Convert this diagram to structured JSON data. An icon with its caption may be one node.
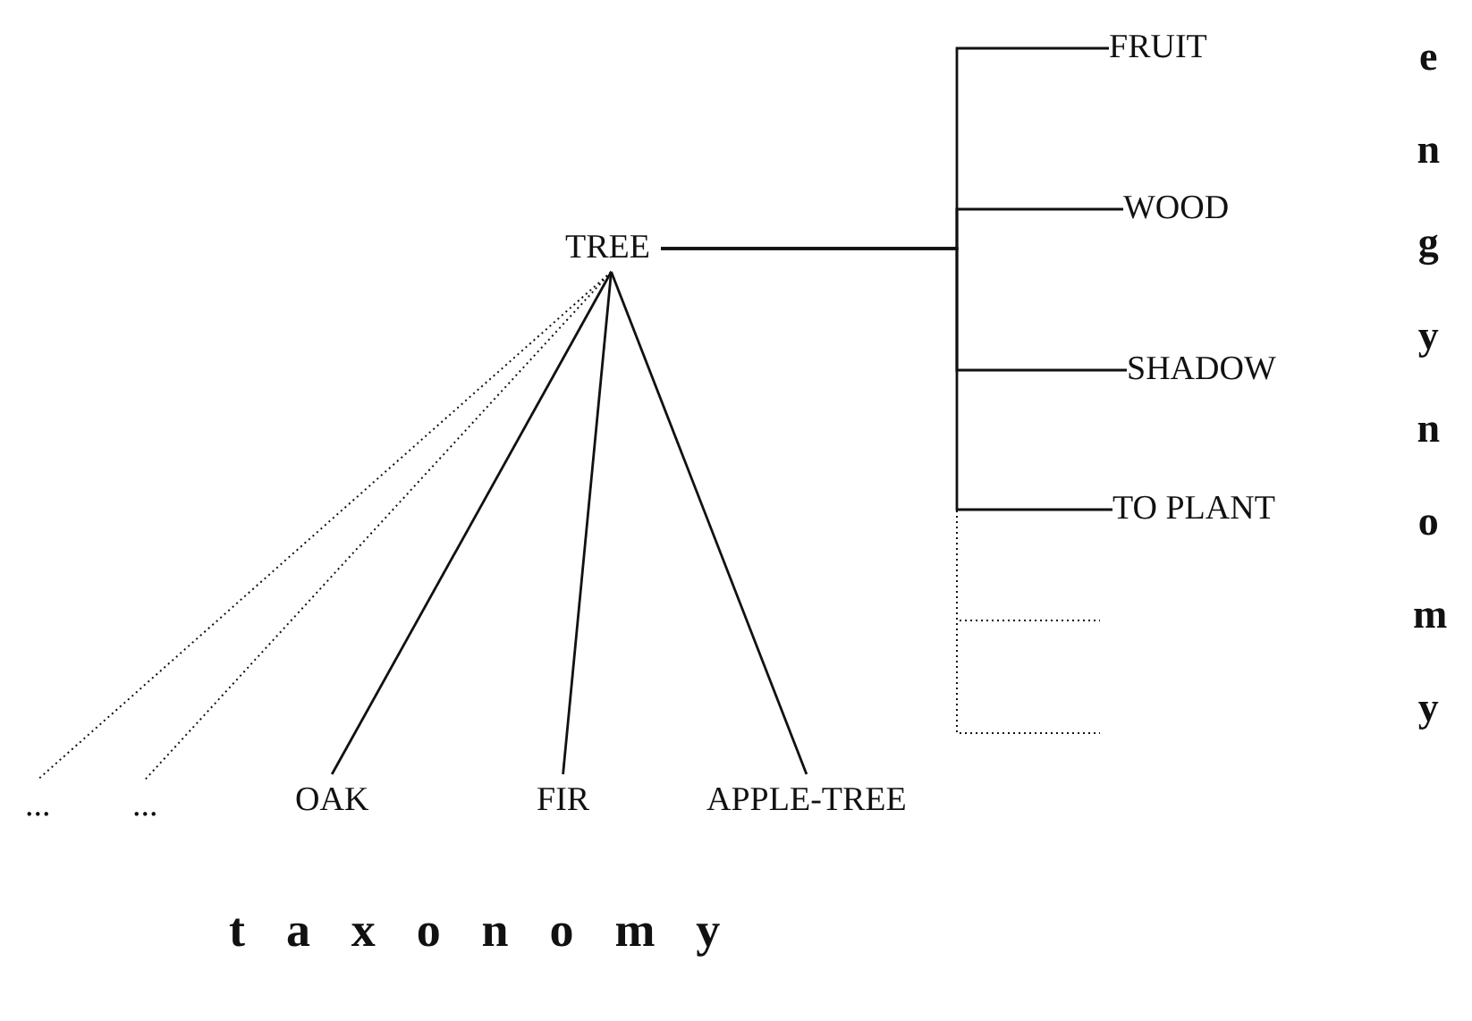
{
  "diagram": {
    "nodes": [
      {
        "text": [
          "TREE"
        ]
      },
      {
        "text": [
          "FRUIT"
        ]
      },
      {
        "text": [
          "WOOD"
        ]
      },
      {
        "text": [
          "SHADOW"
        ]
      },
      {
        "text": [
          "TO PLANT"
        ]
      },
      {
        "text": [
          "..."
        ]
      },
      {
        "text": [
          "..."
        ]
      },
      {
        "text": [
          "OAK"
        ]
      },
      {
        "text": [
          "FIR"
        ]
      },
      {
        "text": [
          "APPLE-TREE"
        ]
      }
    ],
    "edges": [
      {
        "from": 0,
        "to": 1,
        "arrow": "none"
      },
      {
        "from": 0,
        "to": 2,
        "arrow": "none"
      },
      {
        "from": 0,
        "to": 3,
        "arrow": "none"
      },
      {
        "from": 0,
        "to": 4,
        "arrow": "none"
      },
      {
        "from": 0,
        "to": null,
        "arrow": "none",
        "style": "dashed"
      },
      {
        "from": 0,
        "to": null,
        "arrow": "none",
        "style": "dashed"
      },
      {
        "from": 0,
        "to": 5,
        "arrow": "none",
        "style": "dashed"
      },
      {
        "from": 0,
        "to": 6,
        "arrow": "none",
        "style": "dashed"
      },
      {
        "from": 0,
        "to": 7,
        "arrow": "none"
      },
      {
        "from": 0,
        "to": 8,
        "arrow": "none"
      },
      {
        "from": 0,
        "to": 9,
        "arrow": "none"
      }
    ],
    "labels": [
      "engynomy",
      "taxonomy"
    ]
  }
}
